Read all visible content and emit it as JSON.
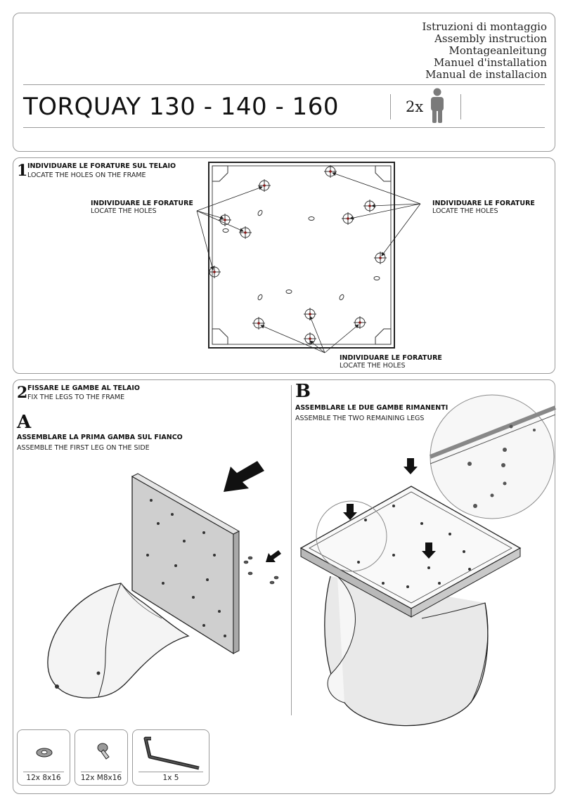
{
  "header": {
    "languages": [
      "Istruzioni di montaggio",
      "Assembly instruction",
      "Montageanleitung",
      "Manuel d'installation",
      "Manual de installacion"
    ],
    "product_title": "TORQUAY 130 - 140 - 160",
    "persons_count": "2x",
    "person_icon": "person-icon"
  },
  "step1": {
    "number": "1",
    "title_it": "INDIVIDUARE LE FORATURE SUL TELAIO",
    "title_en": "LOCATE THE HOLES ON THE FRAME",
    "callout_left_it": "INDIVIDUARE LE FORATURE",
    "callout_left_en": "LOCATE THE HOLES",
    "callout_right_it": "INDIVIDUARE LE FORATURE",
    "callout_right_en": "LOCATE THE HOLES",
    "callout_bottom_it": "INDIVIDUARE LE FORATURE",
    "callout_bottom_en": "LOCATE THE HOLES"
  },
  "step2": {
    "number": "2",
    "title_it": "FISSARE LE GAMBE AL TELAIO",
    "title_en": "FIX THE LEGS TO THE FRAME",
    "sub_a": {
      "letter": "A",
      "title_it": "ASSEMBLARE LA PRIMA GAMBA SUL FIANCO",
      "title_en": "ASSEMBLE THE FIRST LEG ON THE SIDE"
    },
    "sub_b": {
      "letter": "B",
      "title_it": "ASSEMBLARE LE DUE GAMBE RIMANENTI",
      "title_en": "ASSEMBLE THE TWO REMAINING LEGS"
    }
  },
  "parts": [
    {
      "label": "12x 8x16",
      "icon": "washer-icon"
    },
    {
      "label": "12x M8x16",
      "icon": "bolt-icon"
    },
    {
      "label": "1x 5",
      "icon": "allen-key-icon"
    }
  ]
}
